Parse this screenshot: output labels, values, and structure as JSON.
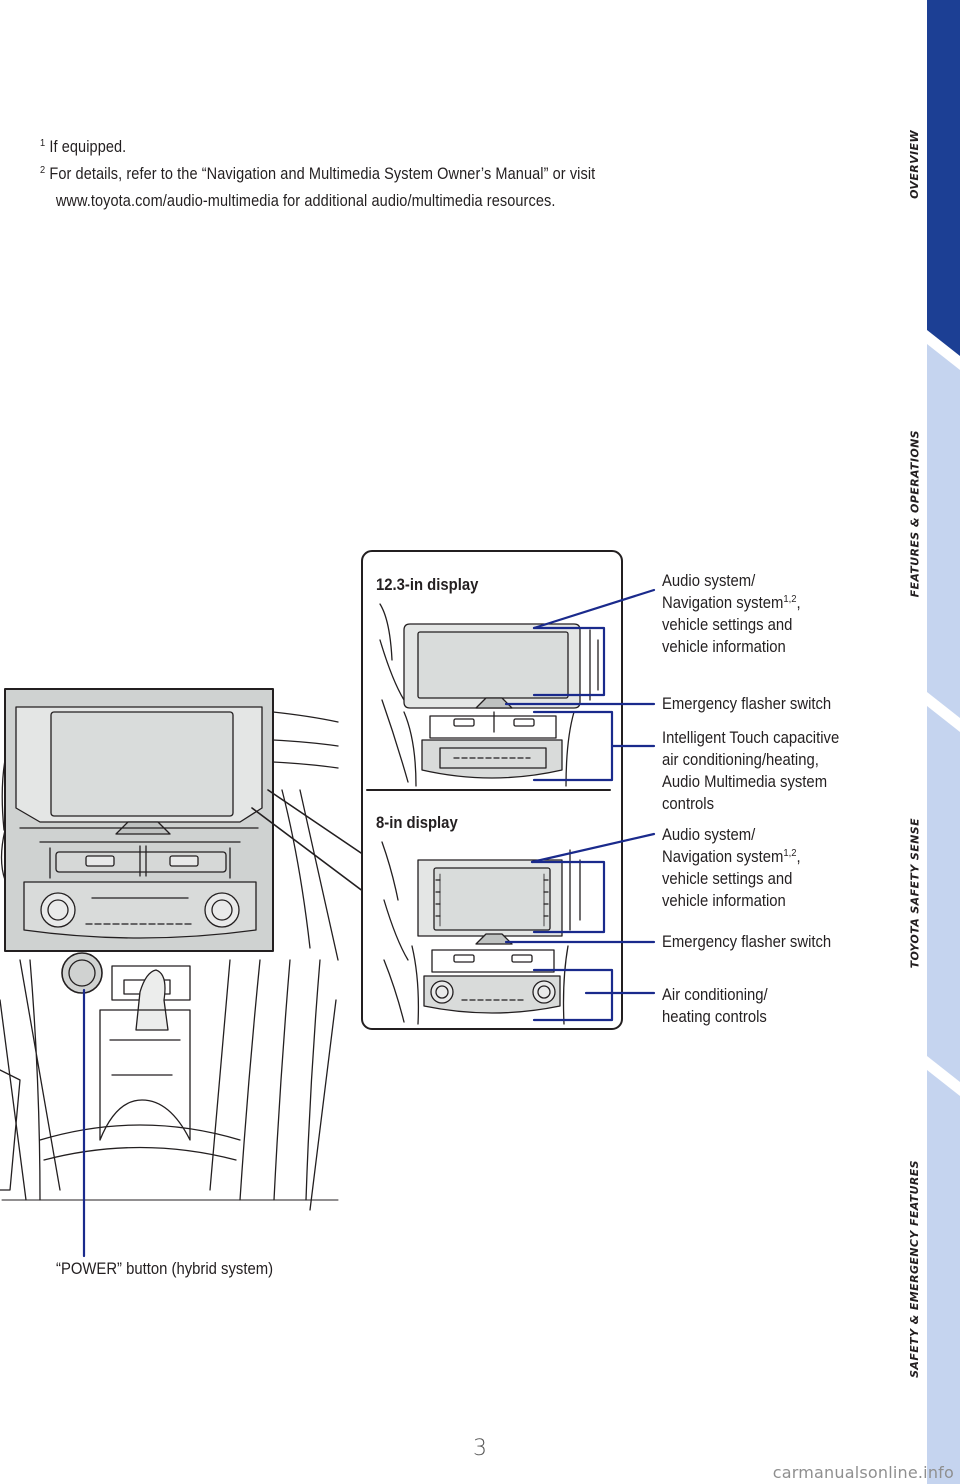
{
  "footnotes": {
    "note1_marker": "1",
    "note1_text": " If equipped.",
    "note2_marker": "2",
    "note2_line1": " For details, refer to the “Navigation and Multimedia System Owner’s Manual” or visit",
    "note2_line2": "www.toyota.com/audio-multimedia for additional audio/multimedia resources."
  },
  "side_tabs": [
    {
      "label": "OVERVIEW",
      "active": true
    },
    {
      "label": "FEATURES & OPERATIONS",
      "active": false
    },
    {
      "label": "TOYOTA SAFETY SENSE",
      "active": false
    },
    {
      "label": "SAFETY & EMERGENCY FEATURES",
      "active": false
    }
  ],
  "colors": {
    "tab_active": "#1c3f94",
    "tab_inactive": "#c5d4ef",
    "callout_line": "#1a2a8c",
    "screen_fill": "#d9dcdb"
  },
  "displays": {
    "large": {
      "title": "12.3-in display",
      "callouts": {
        "audio_line1": "Audio system/",
        "audio_line2": "Navigation system",
        "audio_sup": "1,2",
        "audio_comma": ",",
        "audio_line3": "vehicle settings and",
        "audio_line4": "vehicle information",
        "flasher": "Emergency flasher switch",
        "climate_line1": "Intelligent Touch capacitive",
        "climate_line2": "air conditioning/heating,",
        "climate_line3": "Audio Multimedia system",
        "climate_line4": "controls"
      }
    },
    "small": {
      "title": "8-in display",
      "callouts": {
        "audio_line1": "Audio system/",
        "audio_line2": "Navigation system",
        "audio_sup": "1,2",
        "audio_comma": ",",
        "audio_line3": "vehicle settings and",
        "audio_line4": "vehicle information",
        "flasher": "Emergency flasher switch",
        "climate_line1": "Air conditioning/",
        "climate_line2": "heating controls"
      }
    }
  },
  "power_button_label": "“POWER” button (hybrid system)",
  "page_number": "3",
  "watermark": "carmanualsonline.info"
}
